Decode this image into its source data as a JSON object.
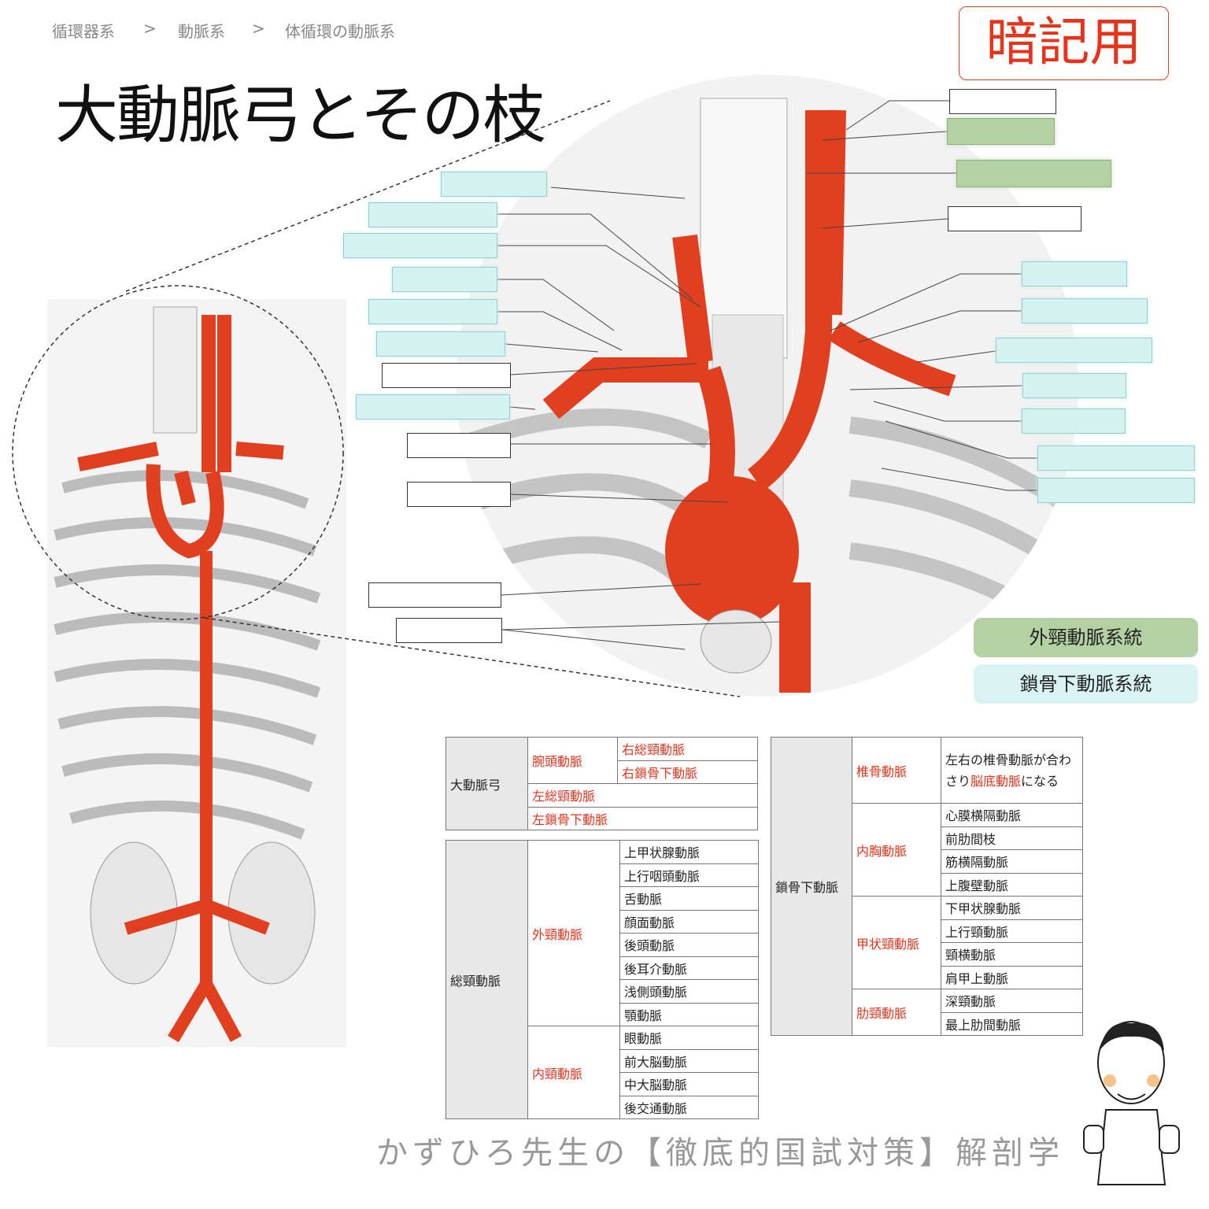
{
  "breadcrumb": [
    "循環器系",
    ">",
    "動脈系",
    ">",
    "体循環の動脈系"
  ],
  "title": "大動脈弓とその枝",
  "badge": "暗記用",
  "legend": {
    "external": "外頸動脈系統",
    "subclavian": "鎖骨下動脈系統"
  },
  "colors": {
    "accent": "#e8331c",
    "green": "#b3d1a2",
    "cyan": "#d3f2f0",
    "artery": "#e0401f"
  },
  "table_arch": {
    "root": "大動脈弓",
    "branch1": "腕頭動脈",
    "sub1": "右総頸動脈",
    "sub2": "右鎖骨下動脈",
    "branch2": "左総頸動脈",
    "branch3": "左鎖骨下動脈"
  },
  "table_carotid": {
    "root": "総頸動脈",
    "groups": [
      {
        "name": "外頸動脈",
        "items": [
          "上甲状腺動脈",
          "上行咽頭動脈",
          "舌動脈",
          "顔面動脈",
          "後頭動脈",
          "後耳介動脈",
          "浅側頭動脈",
          "顎動脈"
        ]
      },
      {
        "name": "内頸動脈",
        "items": [
          "眼動脈",
          "前大脳動脈",
          "中大脳動脈",
          "後交通動脈"
        ]
      }
    ]
  },
  "table_subclavian": {
    "root": "鎖骨下動脈",
    "vertebral": "椎骨動脈",
    "vertebral_note": [
      "左右の椎骨動脈が合わさり",
      "脳底動脈",
      "になる"
    ],
    "groups": [
      {
        "name": "内胸動脈",
        "items": [
          "心膜横隔動脈",
          "前肋間枝",
          "筋横隔動脈",
          "上腹壁動脈"
        ]
      },
      {
        "name": "甲状頸動脈",
        "items": [
          "下甲状腺動脈",
          "上行頸動脈",
          "頸横動脈",
          "肩甲上動脈"
        ]
      },
      {
        "name": "肋頸動脈",
        "items": [
          "深頸動脈",
          "最上肋間動脈"
        ]
      }
    ]
  },
  "footer": "かずひろ先生の【徹底的国試対策】解剖学"
}
